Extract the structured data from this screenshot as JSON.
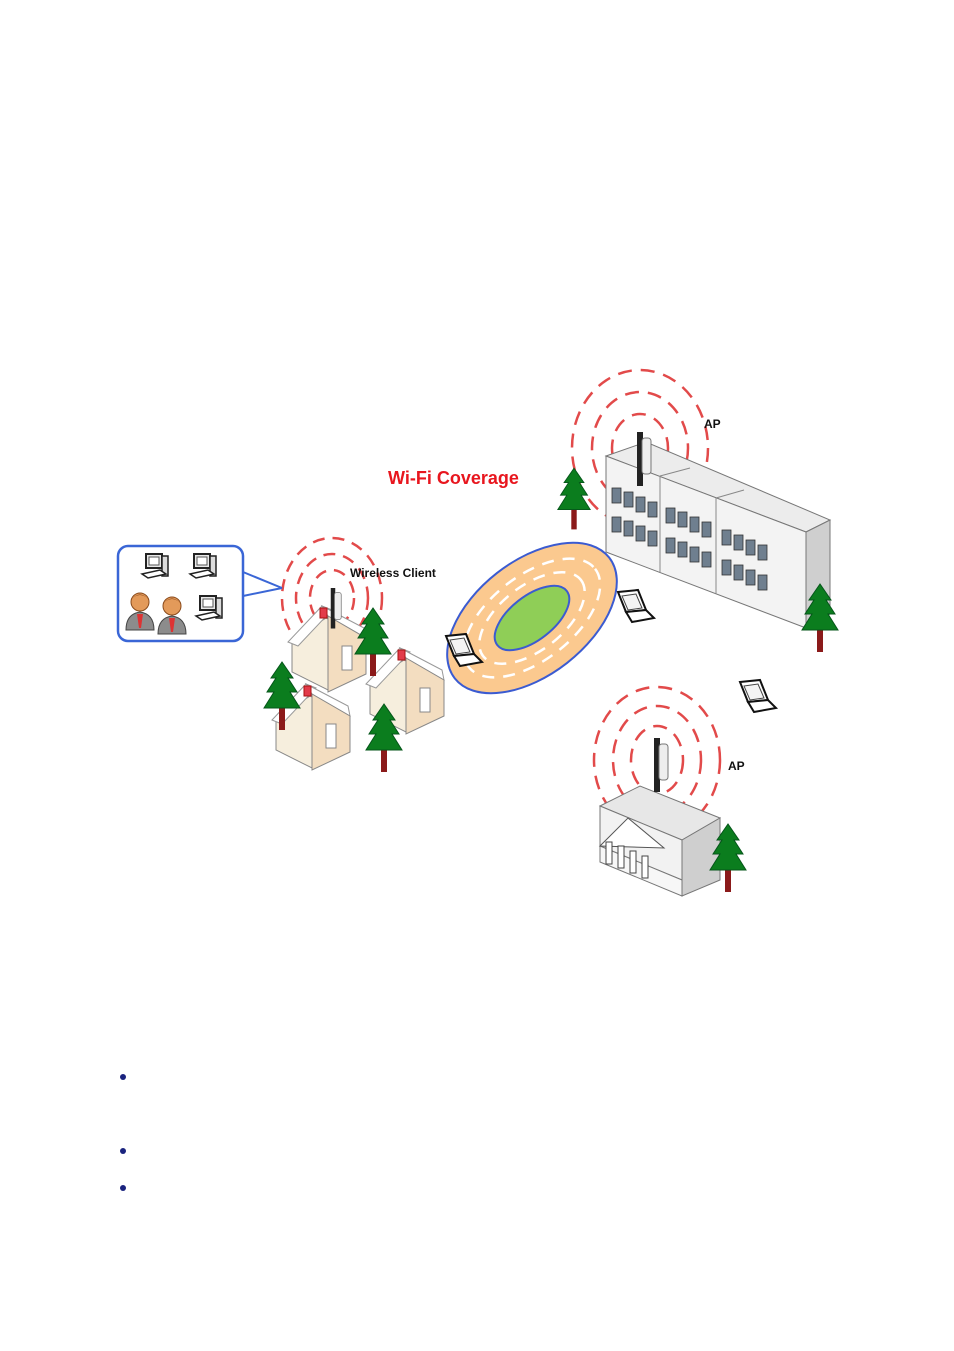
{
  "diagram": {
    "title": "Wi-Fi Coverage",
    "client_label": "Wireless Client",
    "ap_label_1": "AP",
    "ap_label_2": "AP",
    "colors": {
      "title": "#e8161e",
      "signal_waves": "#e24a4a",
      "coverage_outer": "#fbc98f",
      "coverage_inner": "#8fce57",
      "coverage_stroke": "#3b5bd1",
      "callout_border": "#3a66d6",
      "tree": "#0b7d1e",
      "trunk": "#8b1a1a"
    },
    "icons": [
      "house-icon",
      "tree-icon",
      "building-icon",
      "bank-building-icon",
      "laptop-icon",
      "antenna-icon",
      "desktop-computer-icon",
      "user-icon"
    ]
  },
  "bullets": [
    "",
    "",
    ""
  ]
}
